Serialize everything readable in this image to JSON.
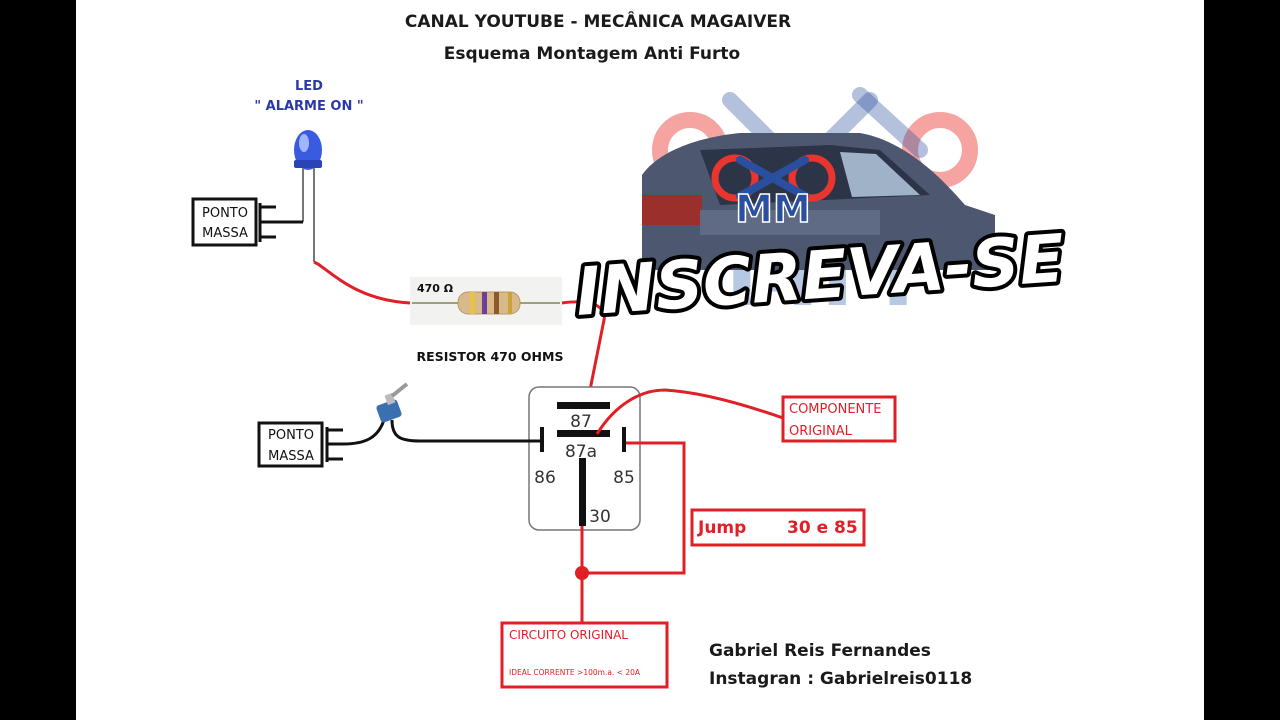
{
  "header": {
    "title": "CANAL YOUTUBE - MECÂNICA MAGAIVER",
    "subtitle": "Esquema Montagem Anti Furto"
  },
  "led": {
    "label": "LED",
    "status": "\" ALARME ON \""
  },
  "ground_top": {
    "line1": "PONTO",
    "line2": "MASSA"
  },
  "ground_switch": {
    "line1": "PONTO",
    "line2": "MASSA"
  },
  "resistor": {
    "value_label": "470 Ω",
    "caption": "RESISTOR 470 OHMS"
  },
  "relay": {
    "pin_87": "87",
    "pin_87a": "87a",
    "pin_86": "86",
    "pin_85": "85",
    "pin_30": "30"
  },
  "labels": {
    "componente_line1": "COMPONENTE",
    "componente_line2": "ORIGINAL",
    "jump_word": "Jump",
    "jump_pins": "30 e 85",
    "circuito": "CIRCUITO ORIGINAL",
    "circuito_note": "IDEAL CORRENTE >100m.a. < 20A"
  },
  "author": {
    "name": "Gabriel Reis Fernandes",
    "instagram": "Instagran :  Gabrielreis0118"
  },
  "logo": {
    "monogram": "MM",
    "call_to_action": "INSCREVA-SE"
  },
  "colors": {
    "wire_red": "#e01f26",
    "wire_black": "#111111",
    "title_text": "#1a1a1a",
    "led_text": "#2b39a8",
    "logo_red": "#e8362f",
    "logo_blue": "#2a4fa0",
    "canvas": "#ffffff",
    "side_bars": "#000000"
  }
}
